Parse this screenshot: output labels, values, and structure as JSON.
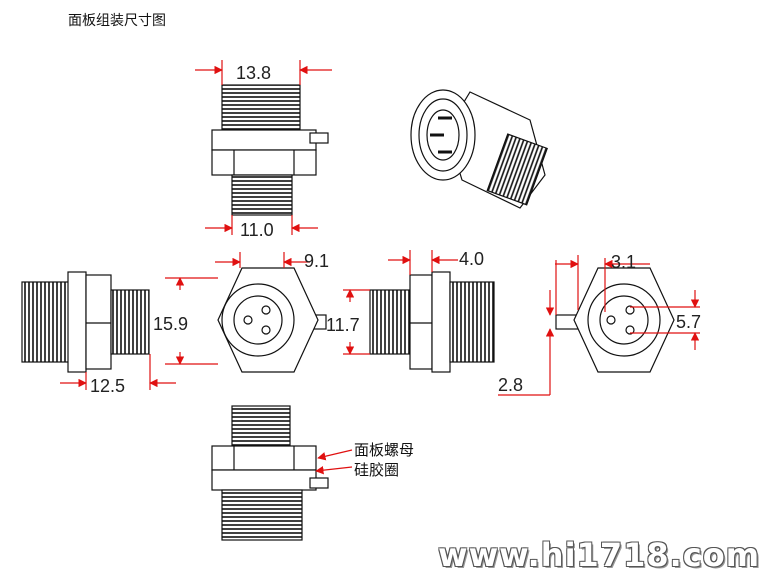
{
  "title": "面板组装尺寸图",
  "dimensions": {
    "thread_length": "13.8",
    "base_length": "11.0",
    "slot_width": "9.1",
    "flange_offset": "4.0",
    "pin_spacing": "3.1",
    "face_height": "15.9",
    "thread_height": "11.7",
    "pin_height": "5.7",
    "side_length": "12.5",
    "tab_width": "2.8"
  },
  "labels": {
    "panel_nut": "面板螺母",
    "silicone_ring": "硅胶圈"
  },
  "watermark": "www.hi1718.com",
  "colors": {
    "dimension": "#e01010",
    "line": "#111111"
  }
}
